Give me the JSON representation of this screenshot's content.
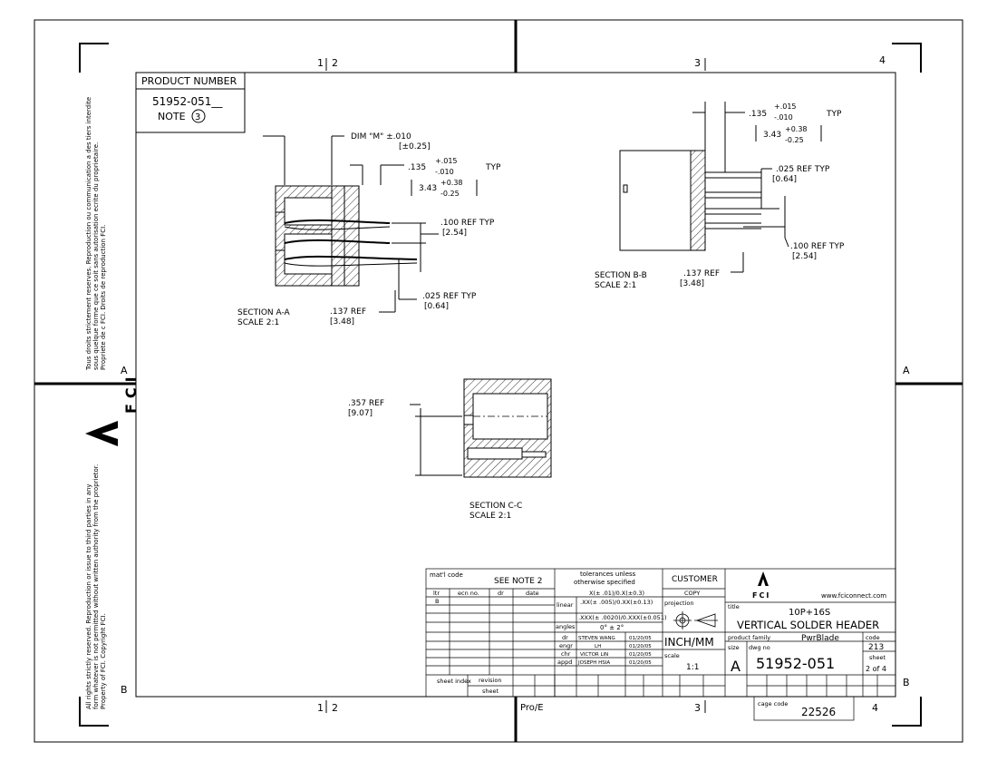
{
  "zones": {
    "top": [
      "1",
      "2",
      "3",
      "4"
    ],
    "bottom": [
      "1",
      "2",
      "3",
      "4"
    ],
    "rows": [
      "A",
      "B"
    ]
  },
  "product_number": {
    "label": "PRODUCT NUMBER",
    "value": "51952-051__",
    "note": "NOTE",
    "note_num": "3"
  },
  "section_aa": {
    "title": "SECTION A-A",
    "scale": "SCALE 2:1",
    "dim_m": "DIM \"M\" ±.010",
    "dim_m_mm": "[±0.25]",
    "dim_135": ".135",
    "tol_plus": "+.015",
    "tol_minus": "-.010",
    "typ": "TYP",
    "dim_343": "3.43",
    "tol_plus_mm": "+0.38",
    "tol_minus_mm": "-0.25",
    "dim_100": ".100 REF TYP",
    "dim_100_mm": "[2.54]",
    "dim_025": ".025 REF TYP",
    "dim_025_mm": "[0.64]",
    "dim_137": ".137 REF",
    "dim_137_mm": "[3.48]"
  },
  "section_bb": {
    "title": "SECTION B-B",
    "scale": "SCALE 2:1",
    "dim_135": ".135",
    "tol_plus": "+.015",
    "tol_minus": "-.010",
    "typ": "TYP",
    "dim_343": "3.43",
    "tol_plus_mm": "+0.38",
    "tol_minus_mm": "-0.25",
    "dim_025": ".025 REF TYP",
    "dim_025_mm": "[0.64]",
    "dim_100": ".100 REF TYP",
    "dim_100_mm": "[2.54]",
    "dim_137": ".137 REF",
    "dim_137_mm": "[3.48]"
  },
  "section_cc": {
    "title": "SECTION C-C",
    "scale": "SCALE 2:1",
    "dim_357": ".357 REF",
    "dim_357_mm": "[9.07]"
  },
  "side_notices": {
    "fr_line1": "Tous droits strictement reserves. Reproduction ou communication a des tiers interdite",
    "fr_line2": "sous quelque forme que ce soit sans autorisation ecrite du proprietaire.",
    "fr_line3": "Propriete de c FCI. Droits de reproduction FCI.",
    "en_line1": "All rights strictly reserved. Reproduction or issue to third parties in any",
    "en_line2": "form whatever is not permitted without written authority from the proprietor.",
    "en_line3": "Property of FCI. Copyright FCI.",
    "logo_text": "FCI"
  },
  "title_block": {
    "matl_code": "mat'l code",
    "see_note": "SEE NOTE 2",
    "tol_header1": "tolerances unless",
    "tol_header2": "otherwise specified",
    "customer": "CUSTOMER",
    "copy": "COPY",
    "ltr": "ltr",
    "ecn_no": "ecn no.",
    "dr": "dr",
    "date": "date",
    "rev_letter": "B",
    "linear": "linear",
    "tol_x": "X(± .01)/0.X(±0.3)",
    "tol_xx": ".XX(± .005)/0.XX(±0.13)",
    "tol_xxx": ".XXX(± .0020)/0.XXX(±0.051)",
    "angles": "angles",
    "angle_tol": "0° ± 2°",
    "projection": "projection",
    "units": "INCH/MM",
    "scale_label": "scale",
    "scale_value": "1:1",
    "sheet_index": "sheet index",
    "revision": "revision",
    "sheet_word": "sheet",
    "signatures": [
      {
        "role": "dr",
        "name": "STEVEN WANG",
        "date": "01/20/05"
      },
      {
        "role": "engr",
        "name": "LH",
        "date": "01/20/05"
      },
      {
        "role": "chr",
        "name": "VICTOR LIN",
        "date": "01/20/05"
      },
      {
        "role": "appd",
        "name": "JOSEPH HSIA",
        "date": "01/20/05"
      }
    ],
    "logo": "FCI",
    "website": "www.fciconnect.com",
    "title_label": "title",
    "title1": "10P+16S",
    "title2": "VERTICAL SOLDER HEADER",
    "product_family_label": "product family",
    "product_family": "PwrBlade",
    "code_label": "code",
    "code_value": "213",
    "size_label": "size",
    "size_value": "A",
    "dwg_no_label": "dwg no",
    "dwg_no": "51952-051",
    "sheet_label": "sheet",
    "sheet_value": "2 of 4",
    "cage_code_label": "cage code",
    "cage_code": "22526",
    "pro_e": "Pro/E"
  }
}
